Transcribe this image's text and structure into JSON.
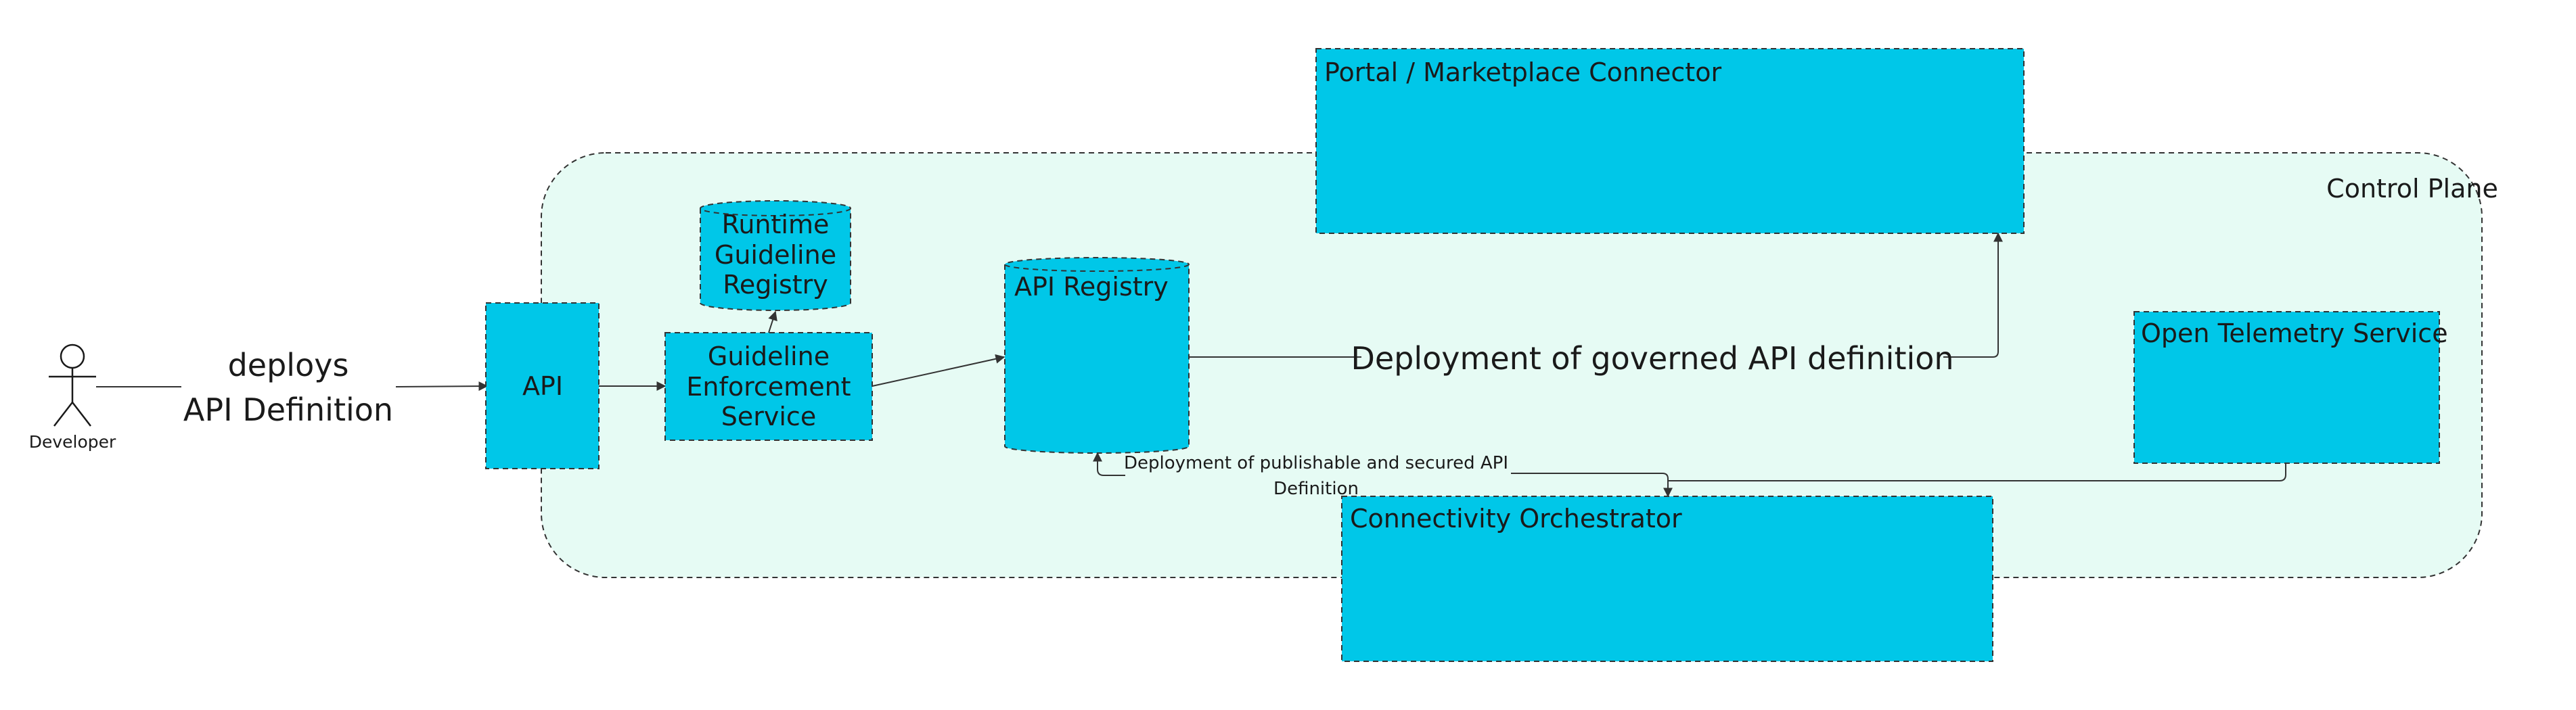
{
  "colors": {
    "box_fill": "#00c7e8",
    "box_stroke": "#333333",
    "plane_fill": "#e6fbf4",
    "plane_stroke": "#333333",
    "edge": "#333333",
    "text": "#1a1a1a"
  },
  "actor": {
    "label": "Developer",
    "icon": "stick-figure-icon"
  },
  "edge_labels": {
    "deploys_line1": "deploys",
    "deploys_line2": "API Definition",
    "governed": "Deployment of governed API definition",
    "publishable_line1": "Deployment of publishable and secured API",
    "publishable_line2": "Definition"
  },
  "nodes": {
    "control_plane": "Control Plane",
    "portal": "Portal / Marketplace Connector",
    "api": "API",
    "runtime_registry": [
      "Runtime",
      "Guideline",
      "Registry"
    ],
    "guideline_service": [
      "Guideline",
      "Enforcement",
      "Service"
    ],
    "api_registry": "API Registry",
    "open_telemetry": "Open Telemetry Service",
    "connectivity": "Connectivity Orchestrator"
  }
}
